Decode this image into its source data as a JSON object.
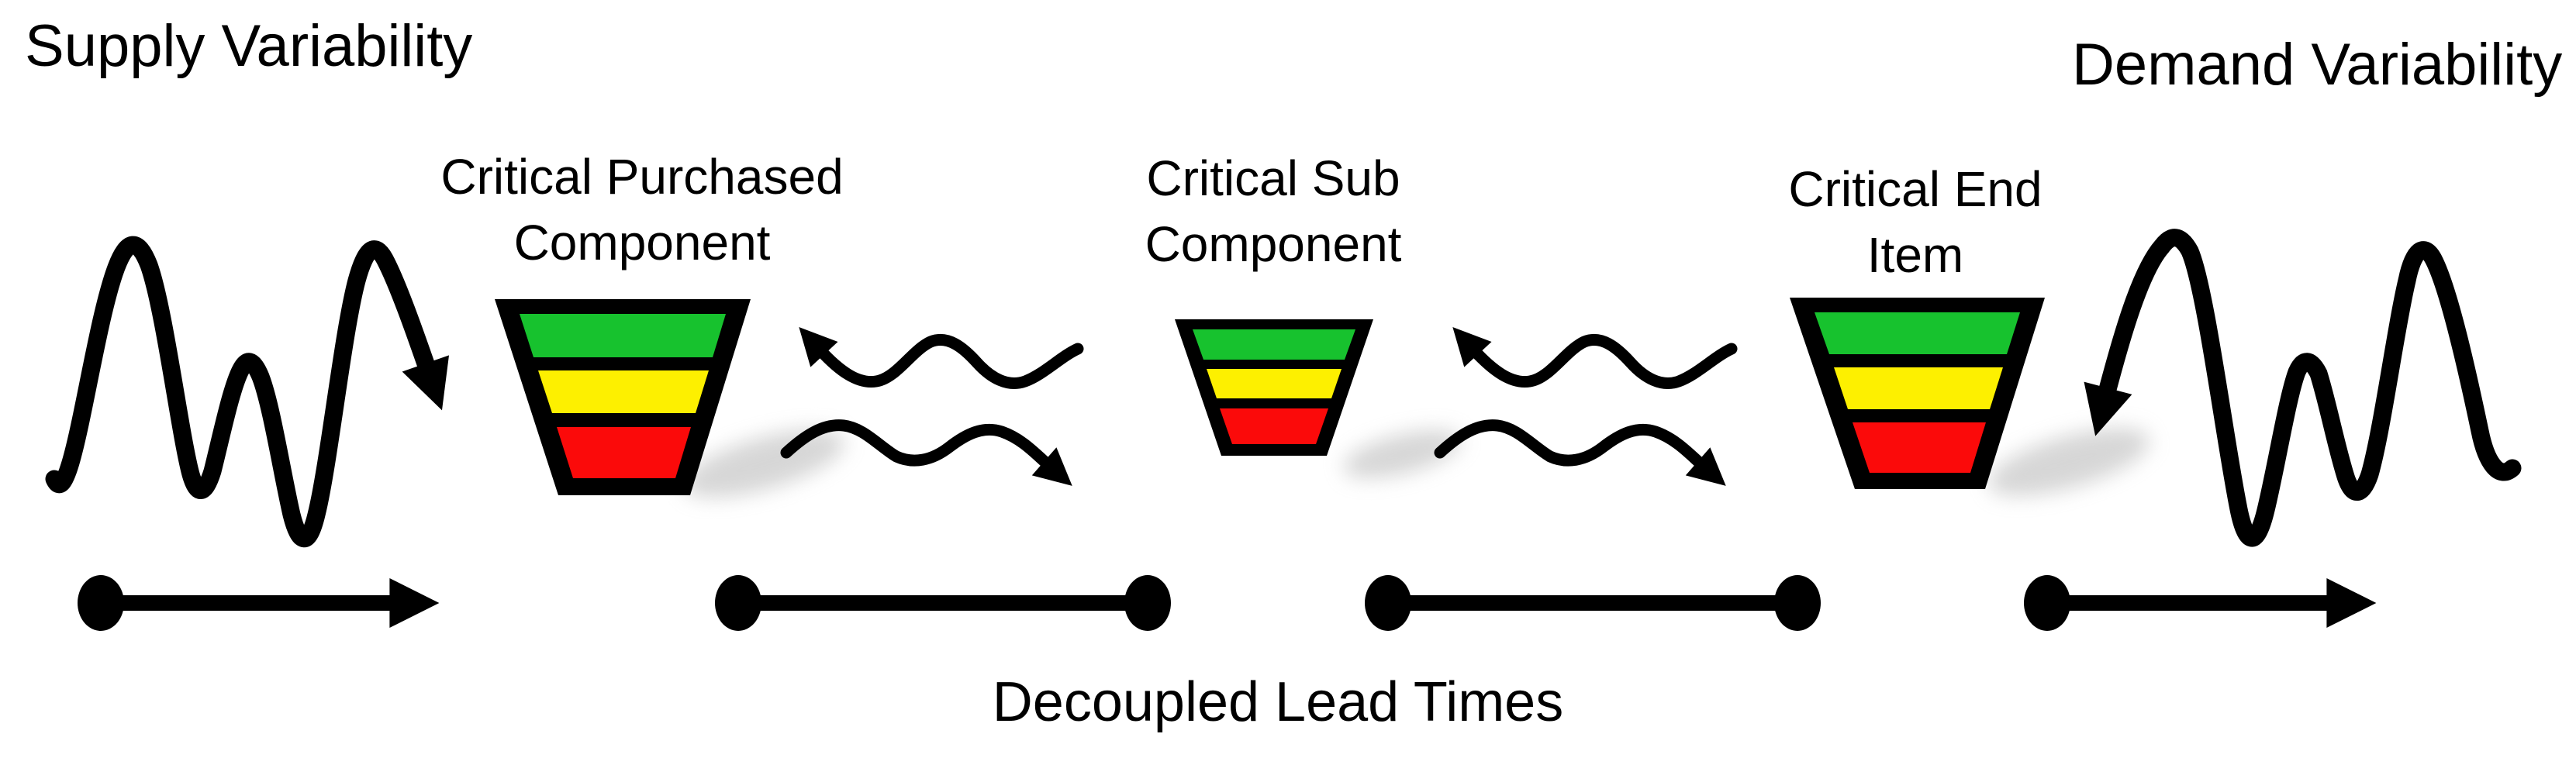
{
  "titles": {
    "supply": "Supply Variability",
    "demand": "Demand Variability"
  },
  "funnels": [
    {
      "line1": "Critical Purchased",
      "line2": "Component"
    },
    {
      "line1": "Critical Sub",
      "line2": "Component"
    },
    {
      "line1": "Critical End",
      "line2": "Item"
    }
  ],
  "footer": {
    "label": "Decoupled Lead Times"
  },
  "colors": {
    "green": "#17c22e",
    "yellow": "#fdf000",
    "red": "#fb0a0a",
    "line": "#000000",
    "shadow": "#aeaeae",
    "background": "#ffffff"
  }
}
